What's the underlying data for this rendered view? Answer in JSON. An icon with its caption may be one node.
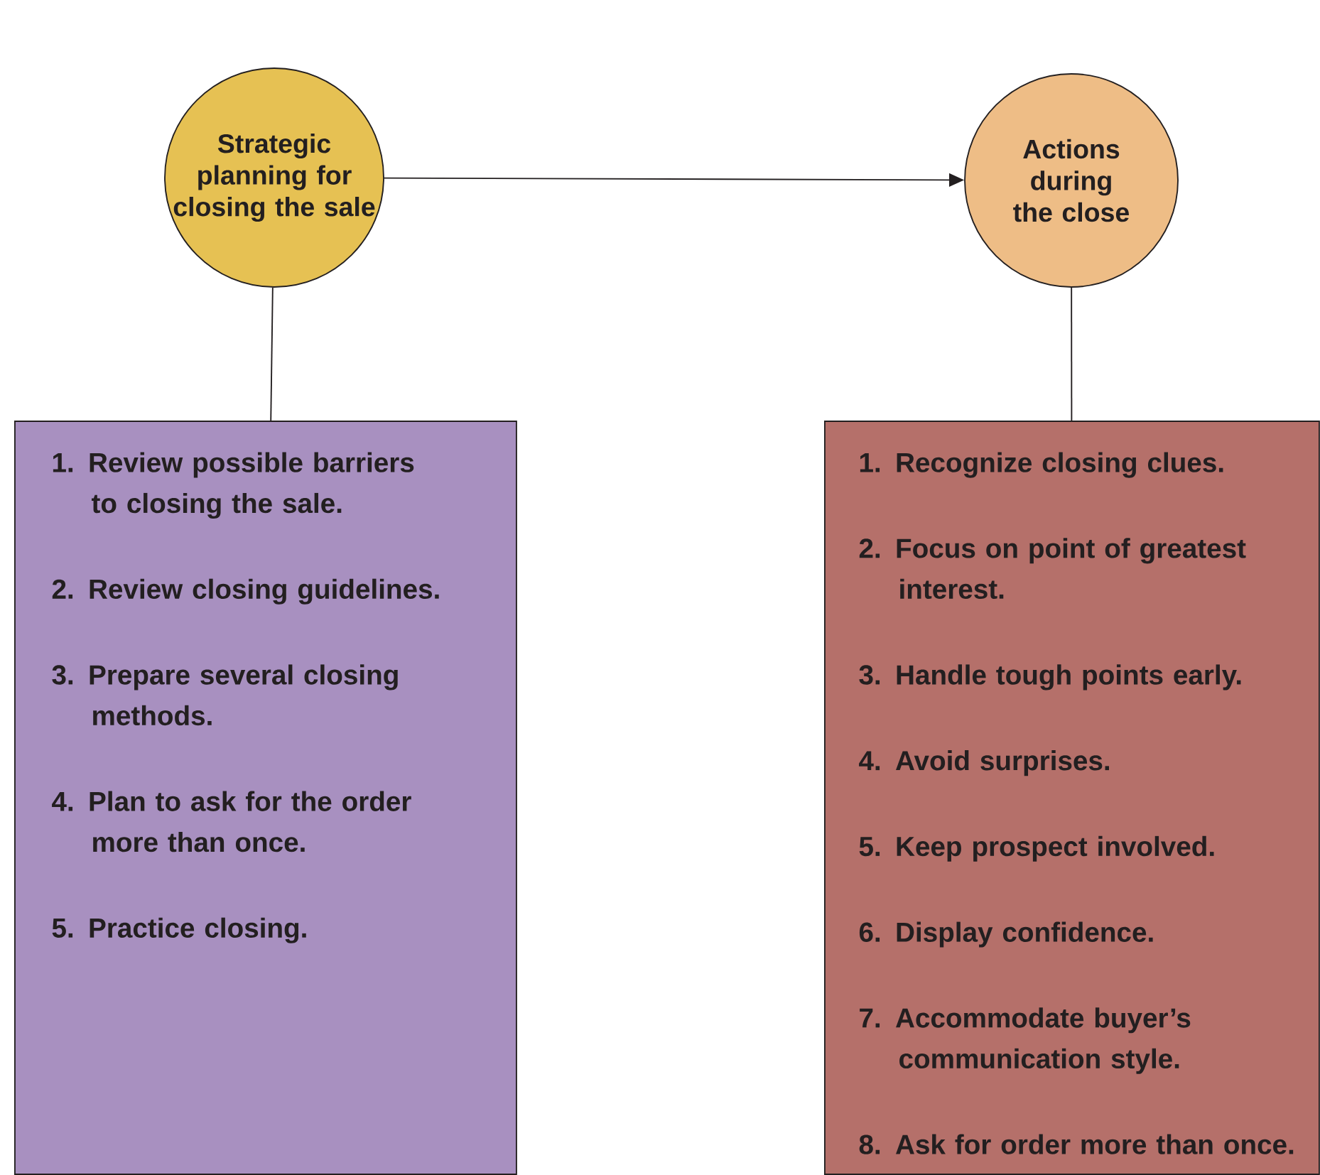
{
  "diagram": {
    "nodes": [
      {
        "text": [
          "Strategic planning for closing the sale"
        ]
      },
      {
        "text": [
          "Actions during the close"
        ]
      },
      {
        "text": [
          "1. Review possible barriers to closing the sale.",
          "2. Review closing guidelines.",
          "3. Prepare several closing methods.",
          "4. Plan to ask for the order more than once.",
          "5. Practice closing."
        ]
      },
      {
        "text": [
          "1. Recognize closing clues.",
          "2. Focus on point of greatest interest.",
          "3. Handle tough points early.",
          "4. Avoid surprises.",
          "5. Keep prospect involved.",
          "6. Display confidence.",
          "7. Accommodate buyer’s communication style.",
          "8. Ask for order more than once."
        ]
      }
    ],
    "edges": [
      {
        "from": 0,
        "to": 1,
        "arrow": "to"
      },
      {
        "from": 0,
        "to": 2,
        "arrow": "none"
      },
      {
        "from": 1,
        "to": 3,
        "arrow": "none"
      }
    ]
  }
}
